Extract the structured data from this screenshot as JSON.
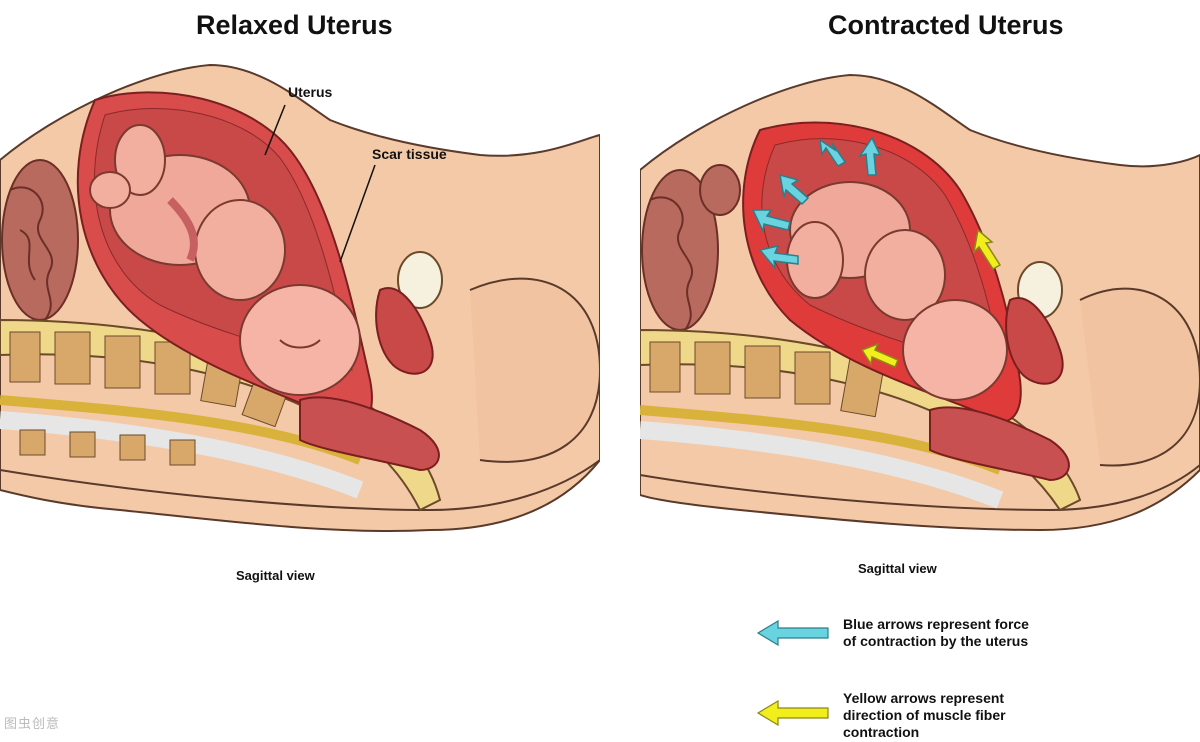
{
  "left_panel": {
    "title": "Relaxed Uterus",
    "labels": {
      "uterus": "Uterus",
      "scar": "Scar tissue"
    },
    "caption": "Sagittal view"
  },
  "right_panel": {
    "title": "Contracted Uterus",
    "caption": "Sagittal view"
  },
  "legend": {
    "blue": {
      "line1": "Blue arrows represent force",
      "line2": "of contraction by the uterus",
      "color": "#6ad3e0"
    },
    "yellow": {
      "line1": "Yellow arrows represent",
      "line2": "direction of muscle fiber",
      "line3": "contraction",
      "color": "#f2ee1c"
    }
  },
  "watermark": "图虫创意"
}
